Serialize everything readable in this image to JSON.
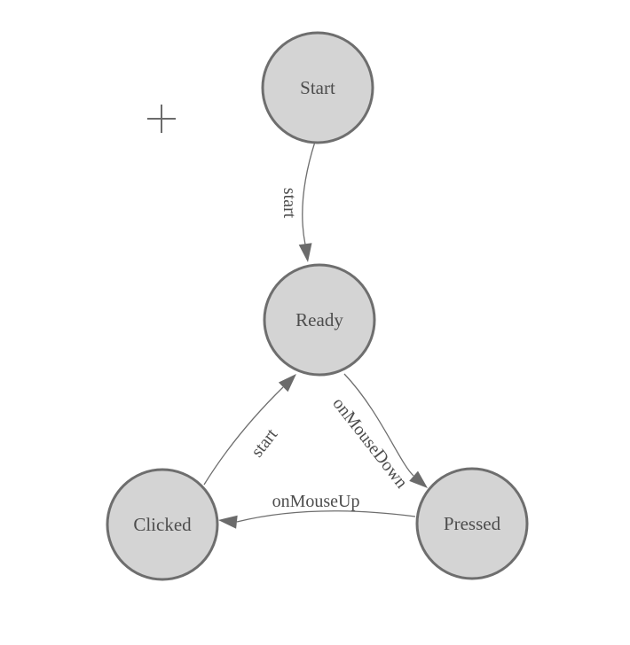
{
  "diagram": {
    "type": "finite-state-machine",
    "canvas_background": "#ffffff",
    "colors": {
      "node_fill": "#d4d4d4",
      "node_stroke": "#6e6e6e",
      "edge_stroke": "#6e6e6e",
      "arrowhead_fill": "#6b6b6b",
      "label_text": "#4d4d4d",
      "crosshair": "#6b6b6b"
    },
    "nodes": [
      {
        "id": "start",
        "label": "Start"
      },
      {
        "id": "ready",
        "label": "Ready"
      },
      {
        "id": "clicked",
        "label": "Clicked"
      },
      {
        "id": "pressed",
        "label": "Pressed"
      }
    ],
    "edges": [
      {
        "from": "start",
        "to": "ready",
        "label": "start"
      },
      {
        "from": "ready",
        "to": "pressed",
        "label": "onMouseDown"
      },
      {
        "from": "pressed",
        "to": "clicked",
        "label": "onMouseUp"
      },
      {
        "from": "clicked",
        "to": "ready",
        "label": "start"
      }
    ]
  }
}
